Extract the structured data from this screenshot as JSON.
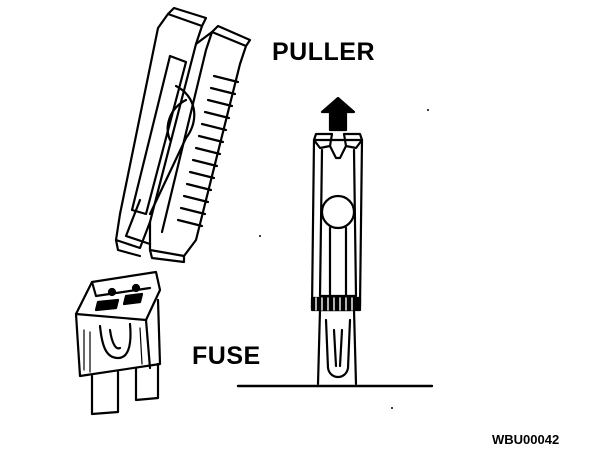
{
  "labels": {
    "puller": "PULLER",
    "fuse": "FUSE",
    "figure_code": "WBU00042"
  }
}
